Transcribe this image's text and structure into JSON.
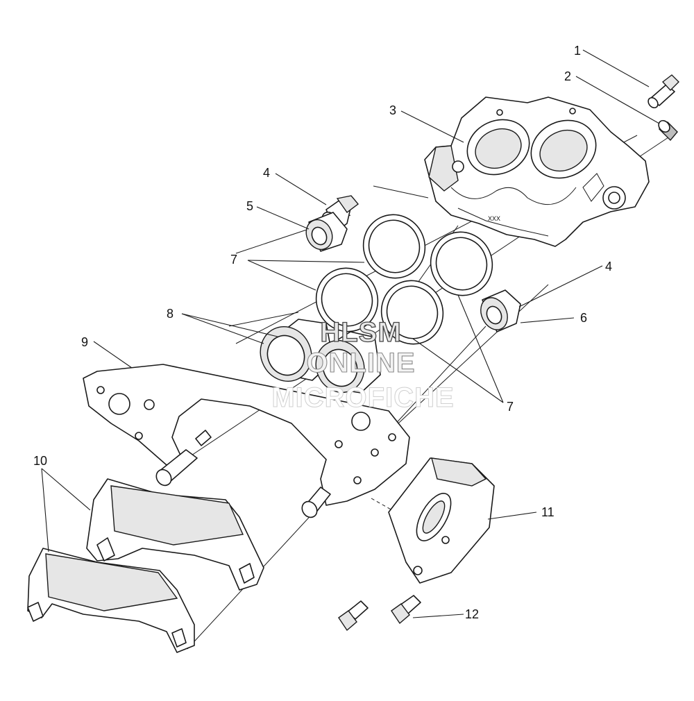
{
  "callouts": {
    "c1": "1",
    "c2": "2",
    "c3": "3",
    "c4a": "4",
    "c4b": "4",
    "c5": "5",
    "c6": "6",
    "c7a": "7",
    "c7b": "7",
    "c8": "8",
    "c9": "9",
    "c10": "10",
    "c11": "11",
    "c12": "12"
  },
  "caliper_marking": "XXX",
  "watermark": {
    "line1": "HLSM",
    "line2": "ONLINE",
    "line3": "MICROFICHE"
  }
}
